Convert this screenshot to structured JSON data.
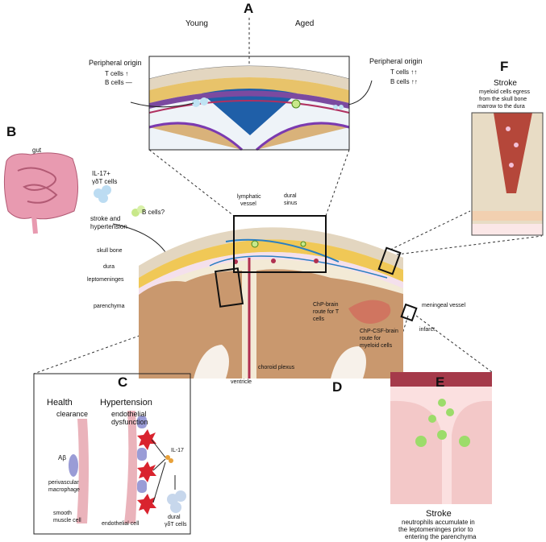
{
  "panel_a": {
    "letter": "A",
    "young": "Young",
    "aged": "Aged",
    "left_origin": "Peripheral origin",
    "left_t": "T cells ↑",
    "left_b": "B cells —",
    "right_origin": "Peripheral origin",
    "right_t": "T cells ↑↑",
    "right_b": "B cells ↑↑"
  },
  "panel_b": {
    "letter": "B",
    "gut": "gut",
    "il17_1": "IL-17+",
    "il17_2": "γδT cells",
    "bcells": "B cells?",
    "stroke1": "stroke and",
    "stroke2": "hypertension"
  },
  "main": {
    "skull_bone": "skull bone",
    "dura": "dura",
    "leptomeninges": "leptomeninges",
    "parenchyma": "parenchyma",
    "lymph1": "lymphatic",
    "lymph2": "vessel",
    "dural1": "dural",
    "dural2": "sinus",
    "chp_t1": "ChP-brain",
    "chp_t2": "route for T",
    "chp_t3": "cells",
    "chp_m1": "ChP-CSF-brain",
    "chp_m2": "route for",
    "chp_m3": "myeloid cells",
    "choroid": "choroid plexus",
    "ventricle": "ventricle",
    "meningeal": "meningeal vessel",
    "infarct": "infarct"
  },
  "panel_c": {
    "letter": "C",
    "health": "Health",
    "hypertension": "Hypertension",
    "clearance": "clearance",
    "endo1": "endothelial",
    "endo2": "dysfunction",
    "abeta": "Aβ",
    "pv1": "perivascular",
    "pv2": "macrophage",
    "il17": "IL-17",
    "smooth1": "smooth",
    "smooth2": "muscle cell",
    "endocell": "endothelial cell",
    "dural1": "dural",
    "dural2": "γδT cells"
  },
  "panel_d": {
    "letter": "D"
  },
  "panel_e": {
    "letter": "E",
    "title": "Stroke",
    "cap1": "neutrophils accumulate in",
    "cap2": "the leptomeninges prior to",
    "cap3": "entering the parenchyma"
  },
  "panel_f": {
    "letter": "F",
    "title": "Stroke",
    "cap1": "myeloid cells egress",
    "cap2": "from the skull bone",
    "cap3": "marrow to the dura"
  }
}
